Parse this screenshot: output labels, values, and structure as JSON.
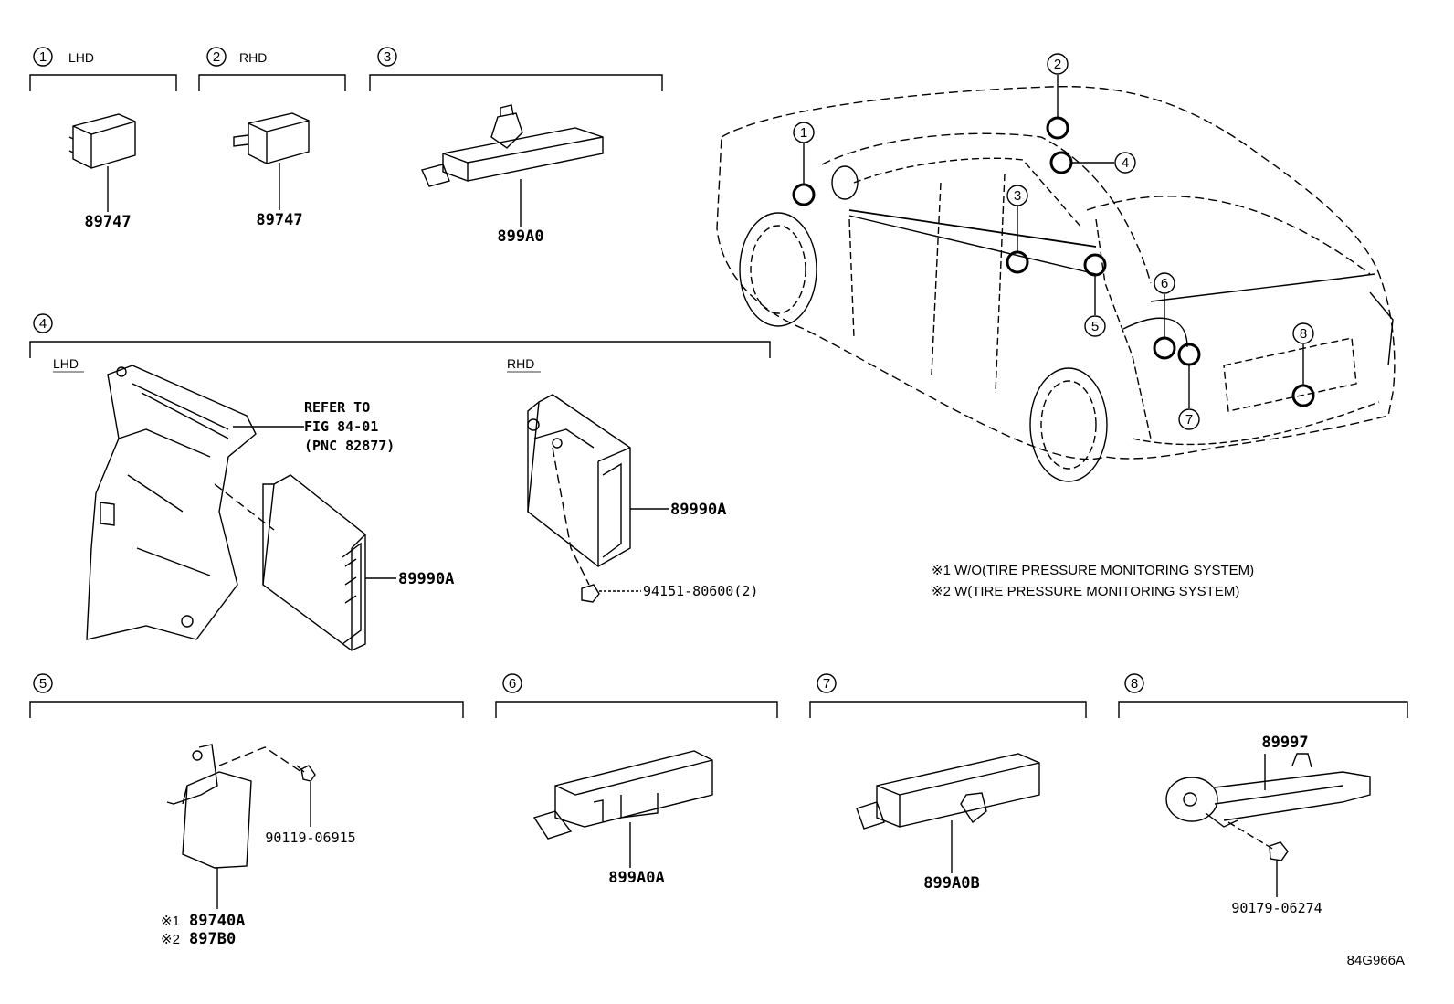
{
  "callouts": [
    "1",
    "2",
    "3",
    "4",
    "5",
    "6",
    "7",
    "8"
  ],
  "groups": {
    "g1": {
      "num": "1",
      "side": "LHD",
      "part": "89747"
    },
    "g2": {
      "num": "2",
      "side": "RHD",
      "part": "89747"
    },
    "g3": {
      "num": "3",
      "part": "899A0"
    },
    "g4": {
      "num": "4",
      "lhd_label": "LHD",
      "rhd_label": "RHD",
      "refer_line1": "REFER TO",
      "refer_line2": "FIG 84-01",
      "refer_line3": "(PNC 82877)",
      "lhd_part": "89990A",
      "rhd_part": "89990A",
      "nut": "94151-80600(2)"
    },
    "g5": {
      "num": "5",
      "screw": "90119-06915",
      "part1_mark": "※1",
      "part1": "89740A",
      "part2_mark": "※2",
      "part2": "897B0"
    },
    "g6": {
      "num": "6",
      "part": "899A0A"
    },
    "g7": {
      "num": "7",
      "part": "899A0B"
    },
    "g8": {
      "num": "8",
      "part": "89997",
      "nut": "90179-06274"
    }
  },
  "notes": [
    "※1 W/O(TIRE PRESSURE MONITORING SYSTEM)",
    "※2 W(TIRE PRESSURE MONITORING SYSTEM)"
  ],
  "figure_code": "84G966A"
}
